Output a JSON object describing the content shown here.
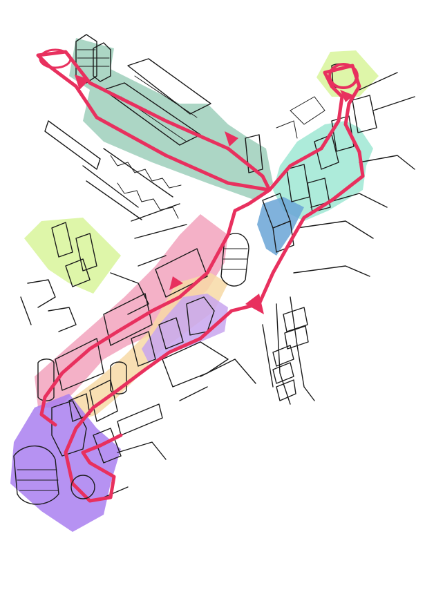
{
  "diagram": {
    "zone_colors": {
      "teal_green": "#9ecfbb",
      "mint": "#9fe8d3",
      "lime": "#d8f59a",
      "pink": "#f2a3bd",
      "peach": "#f7d9a6",
      "lilac": "#c8a6ee",
      "violet": "#a97ff0",
      "blue": "#6aa4d6",
      "route": "#e8305e",
      "ink": "#1a1a1a"
    },
    "zones": [
      {
        "id": "north-west-terraces",
        "color_key": "teal_green"
      },
      {
        "id": "north-east-cluster",
        "color_key": "mint"
      },
      {
        "id": "north-east-corner",
        "color_key": "lime"
      },
      {
        "id": "west-blocks",
        "color_key": "lime"
      },
      {
        "id": "central-pink-band",
        "color_key": "pink"
      },
      {
        "id": "central-peach-strip",
        "color_key": "peach"
      },
      {
        "id": "central-lilac-block",
        "color_key": "lilac"
      },
      {
        "id": "south-west-plaza",
        "color_key": "violet"
      },
      {
        "id": "crossing-blue",
        "color_key": "blue"
      }
    ],
    "route_arrows": 5,
    "route_loops": 3
  }
}
